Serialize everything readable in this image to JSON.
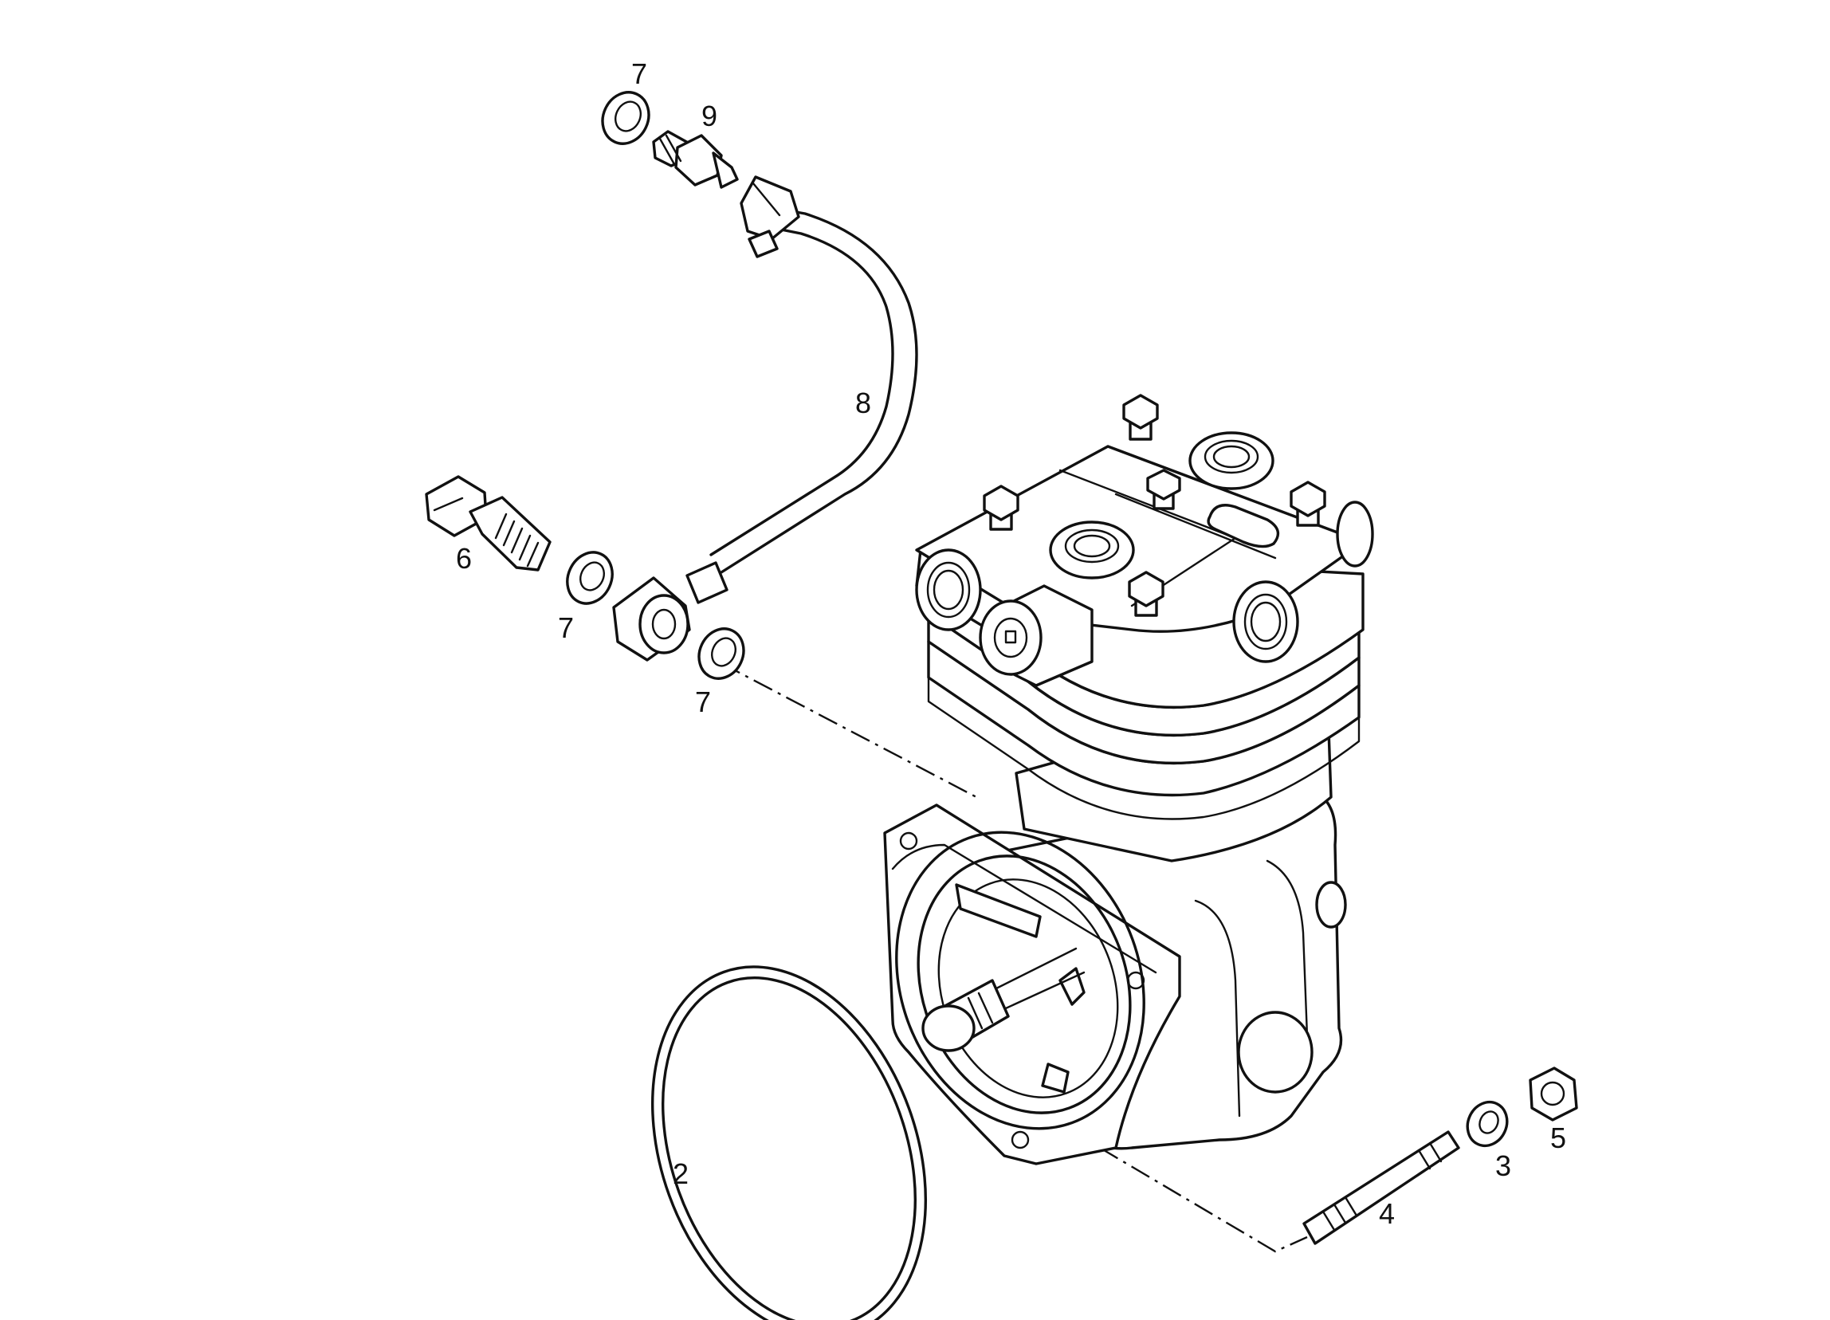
{
  "diagram": {
    "callouts": [
      {
        "id": "c7a",
        "label": "7"
      },
      {
        "id": "c9",
        "label": "9"
      },
      {
        "id": "c8",
        "label": "8"
      },
      {
        "id": "c6",
        "label": "6"
      },
      {
        "id": "c7b",
        "label": "7"
      },
      {
        "id": "c7c",
        "label": "7"
      },
      {
        "id": "c2",
        "label": "2"
      },
      {
        "id": "c4",
        "label": "4"
      },
      {
        "id": "c3",
        "label": "3"
      },
      {
        "id": "c5",
        "label": "5"
      }
    ]
  }
}
